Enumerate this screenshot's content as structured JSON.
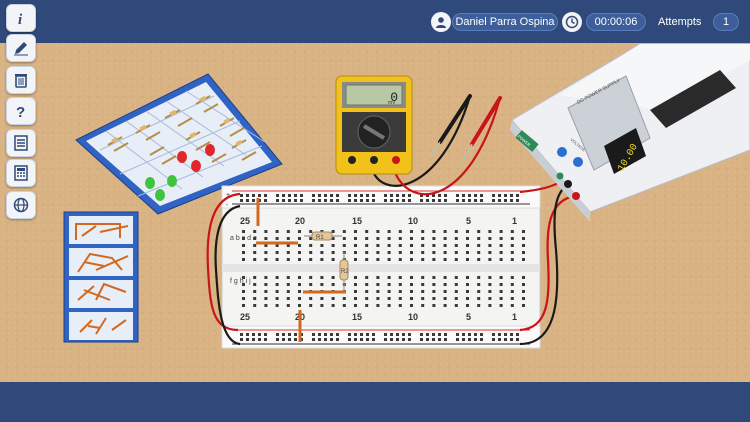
{
  "header": {
    "user_name": "Daniel Parra Ospina",
    "timer": "00:00:06",
    "attempts_label": "Attempts",
    "attempts_count": "1"
  },
  "sidebar": {
    "items": [
      {
        "name": "info",
        "icon": "info-icon"
      },
      {
        "name": "edit",
        "icon": "pencil-icon"
      },
      {
        "name": "delete",
        "icon": "trash-icon"
      },
      {
        "name": "help",
        "icon": "question-icon"
      },
      {
        "name": "notes",
        "icon": "list-icon"
      },
      {
        "name": "calculator",
        "icon": "calculator-icon"
      },
      {
        "name": "web",
        "icon": "globe-icon"
      }
    ]
  },
  "multimeter": {
    "display": "0",
    "unit": "mV"
  },
  "power_supply": {
    "brand": "DC POWER SUPPLY",
    "display": "10.00",
    "button_label": "POWER",
    "knob_label": "VOLTAGE"
  },
  "breadboard": {
    "column_numbers": [
      "25",
      "20",
      "15",
      "10",
      "5",
      "1"
    ],
    "row_letters_top": "a b c d e",
    "row_letters_bottom": "f g h i j",
    "rail_plus": "+",
    "rail_minus": "-",
    "resistor_labels": [
      "R1",
      "R2"
    ]
  },
  "colors": {
    "bar": "#2f4a7a",
    "bench": "#d9b383",
    "wire_red": "#c8141a",
    "wire_black": "#1a1a1a",
    "jumper": "#d2691e"
  }
}
